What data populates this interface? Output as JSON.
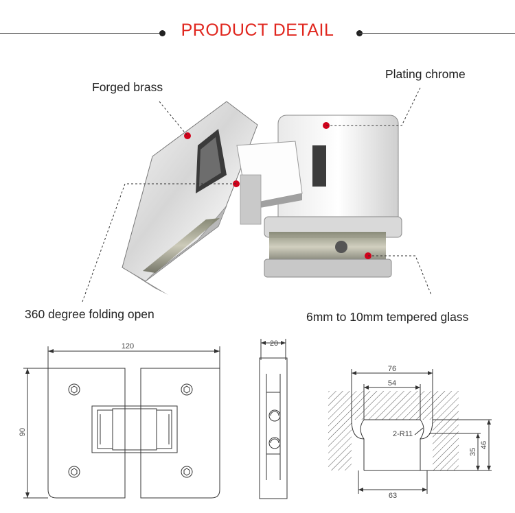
{
  "header": {
    "title": "PRODUCT DETAIL"
  },
  "callouts": {
    "top_left": "Forged brass",
    "top_right": "Plating chrome",
    "bottom_left": "360 degree folding open",
    "bottom_right": "6mm to 10mm tempered glass"
  },
  "drawings": {
    "front": {
      "width": "120",
      "height": "90"
    },
    "side": {
      "width": "20"
    },
    "glass_cutout": {
      "outer_width": "76",
      "inner_width": "54",
      "radius": "2-R11",
      "depth_a": "35",
      "depth_b": "46",
      "bottom_width": "63"
    }
  },
  "colors": {
    "accent": "#e0261e",
    "dot": "#d0021b",
    "line": "#333333"
  }
}
